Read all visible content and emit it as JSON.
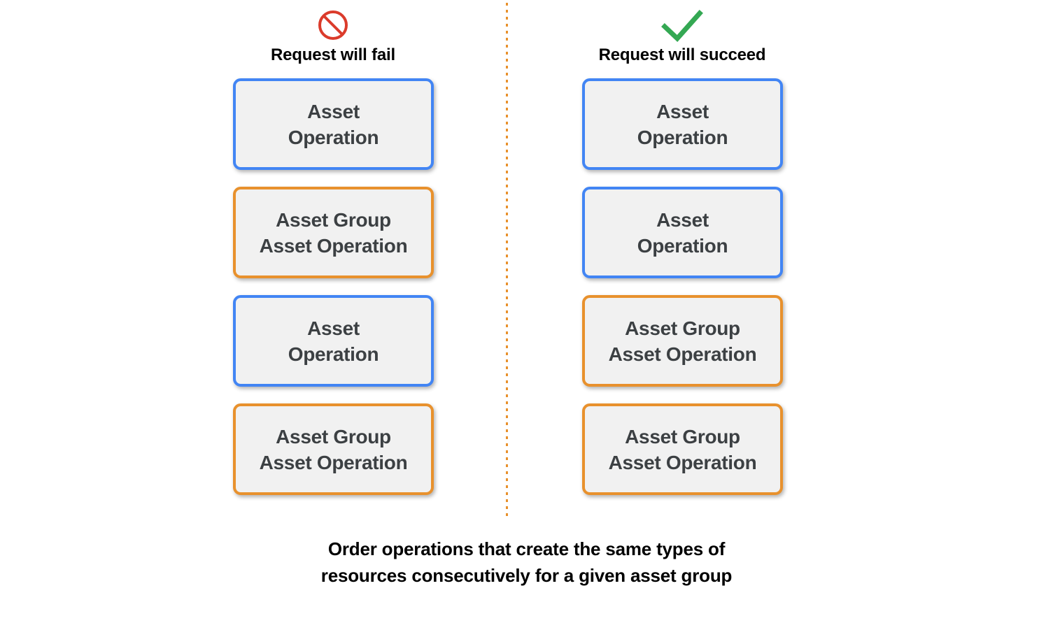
{
  "diagram": {
    "caption": "Order operations that create the same types of\nresources consecutively for a given asset group",
    "divider_color": "#E8912D",
    "background_color": "#FFFFFF"
  },
  "colors": {
    "blue_border": "#4285F4",
    "orange_border": "#E8912D",
    "box_fill": "#F1F1F1",
    "box_text": "#3C4043",
    "fail_icon": "#DB3B2B",
    "success_icon": "#34A853"
  },
  "columns": [
    {
      "id": "fail",
      "title": "Request will fail",
      "icon": "prohibition-icon",
      "boxes": [
        {
          "type": "blue",
          "label": "Asset\nOperation"
        },
        {
          "type": "orange",
          "label": "Asset Group\nAsset Operation"
        },
        {
          "type": "blue",
          "label": "Asset\nOperation"
        },
        {
          "type": "orange",
          "label": "Asset Group\nAsset Operation"
        }
      ]
    },
    {
      "id": "succeed",
      "title": "Request will succeed",
      "icon": "checkmark-icon",
      "boxes": [
        {
          "type": "blue",
          "label": "Asset\nOperation"
        },
        {
          "type": "blue",
          "label": "Asset\nOperation"
        },
        {
          "type": "orange",
          "label": "Asset Group\nAsset Operation"
        },
        {
          "type": "orange",
          "label": "Asset Group\nAsset Operation"
        }
      ]
    }
  ]
}
